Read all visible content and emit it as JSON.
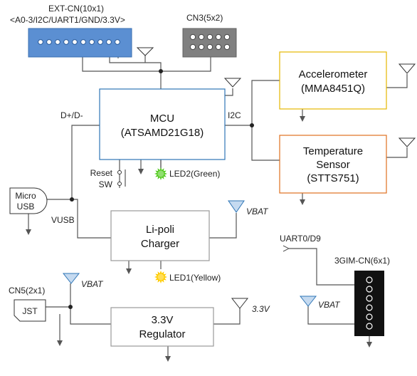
{
  "connectors": {
    "ext_cn": {
      "title": "EXT-CN(10x1)",
      "subtitle": "<A0-3/I2C/UART1/GND/3.3V>",
      "fill": "#5b8fd2",
      "dot_count": 10
    },
    "cn3": {
      "title": "CN3(5x2)",
      "fill": "#808080",
      "dot_count": 10
    },
    "cn5": {
      "title": "CN5(2x1)",
      "label": "JST"
    },
    "micro_usb": {
      "line1": "Micro",
      "line2": "USB"
    },
    "gim": {
      "title": "3GIM-CN(6x1)",
      "uart_label": "UART0/D9",
      "vbat_label": "VBAT",
      "dot_count": 6
    }
  },
  "blocks": {
    "mcu": {
      "line1": "MCU",
      "line2": "(ATSAMD21G18)",
      "border": "#2e75b6",
      "dplus_label": "D+/D-",
      "i2c_label": "I2C"
    },
    "accelerometer": {
      "line1": "Accelerometer",
      "line2": "(MMA8451Q)",
      "border": "#e6b800"
    },
    "temperature": {
      "line1": "Temperature",
      "line2": "Sensor",
      "line3": "(STTS751)",
      "border": "#e07020"
    },
    "charger": {
      "line1": "Li-poli",
      "line2": "Charger",
      "border": "#999999"
    },
    "regulator": {
      "line1": "3.3V",
      "line2": "Regulator",
      "border": "#999999"
    }
  },
  "leds": {
    "led2": {
      "label": "LED2(Green)",
      "color": "#55cc22"
    },
    "led1": {
      "label": "LED1(Yellow)",
      "color": "#ffcc00"
    }
  },
  "switch": {
    "line1": "Reset",
    "line2": "SW"
  },
  "net_labels": {
    "vusb": "VUSB",
    "vbat": "VBAT",
    "v33": "3.3V"
  },
  "colors": {
    "line": "#555555",
    "antenna": "#2e75b6",
    "antenna_fill": "#c5daf0"
  }
}
